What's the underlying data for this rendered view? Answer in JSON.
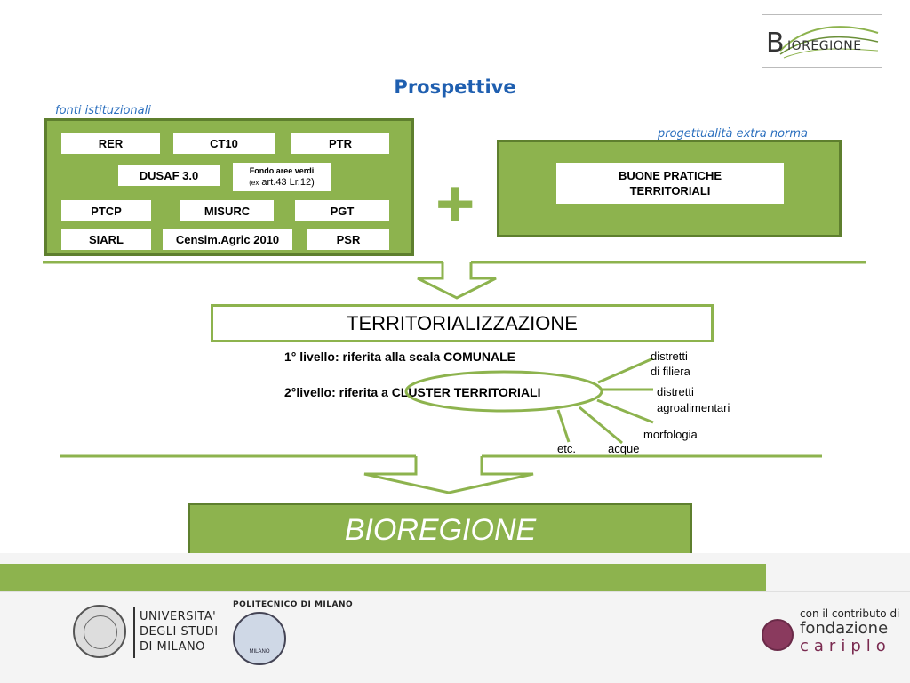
{
  "title": "Prospettive",
  "logo": {
    "text": "BIOREGIONE",
    "initial": "B",
    "rest": "IOREGIONE"
  },
  "left_panel": {
    "label": "fonti istituzionali",
    "items": {
      "rer": "RER",
      "ct10": "CT10",
      "ptr": "PTR",
      "dusaf": "DUSAF 3.0",
      "fondo_line1": "Fondo aree verdi",
      "fondo_ex": "(ex",
      "fondo_ref": "art.43 Lr.12)",
      "ptcp": "PTCP",
      "misurc": "MISURC",
      "pgt": "PGT",
      "siarl": "SIARL",
      "censim": "Censim.Agric 2010",
      "psr": "PSR"
    }
  },
  "plus": "+",
  "right_panel": {
    "label": "progettualità extra norma",
    "box_line1": "BUONE PRATICHE",
    "box_line2": "TERRITORIALI"
  },
  "territorializzazione": "TERRITORIALIZZAZIONE",
  "level1": "1° livello: riferita alla scala COMUNALE",
  "level2": "2°livello: riferita  a CLUSTER TERRITORIALI",
  "cluster_labels": {
    "distretti_filiera_1": "distretti",
    "distretti_filiera_2": "di filiera",
    "distretti_agro_1": "distretti",
    "distretti_agro_2": "agroalimentari",
    "morfologia": "morfologia",
    "acque": "acque",
    "etc": "etc."
  },
  "bioregione": "BIOREGIONE",
  "footer": {
    "unimi_1": "UNIVERSITA'",
    "unimi_2": "DEGLI STUDI",
    "unimi_3": "DI MILANO",
    "polimi": "POLITECNICO DI MILANO",
    "polimi_seal": "MILANO",
    "cariplo_pre": "con il contributo di",
    "cariplo_1": "fondazione",
    "cariplo_2": "cariplo"
  },
  "colors": {
    "green": "#8db34e",
    "dark_green": "#5e7f2e",
    "title_blue": "#1f5fb0"
  }
}
